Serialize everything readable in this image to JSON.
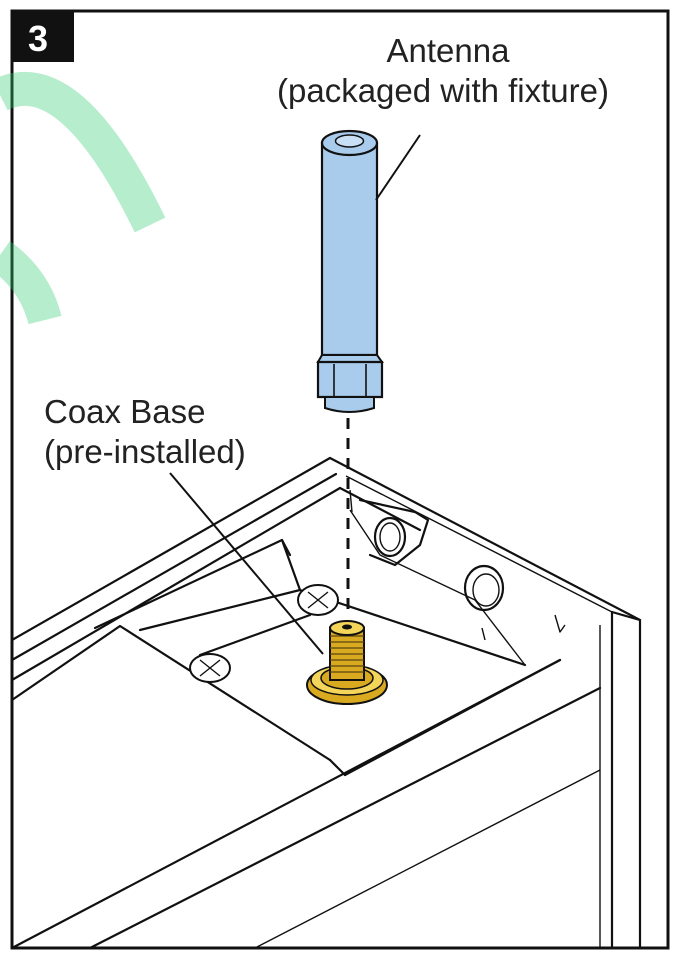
{
  "step_number": "3",
  "labels": {
    "antenna_title": "Antenna",
    "antenna_subtitle": "(packaged with fixture)",
    "coax_title": "Coax Base",
    "coax_subtitle": "(pre-installed)"
  },
  "colors": {
    "antenna": "#a9cbec",
    "brass": "#d9a920",
    "brass_light": "#f3d55a",
    "watermark": "#2ecc71",
    "frame": "#111111"
  }
}
